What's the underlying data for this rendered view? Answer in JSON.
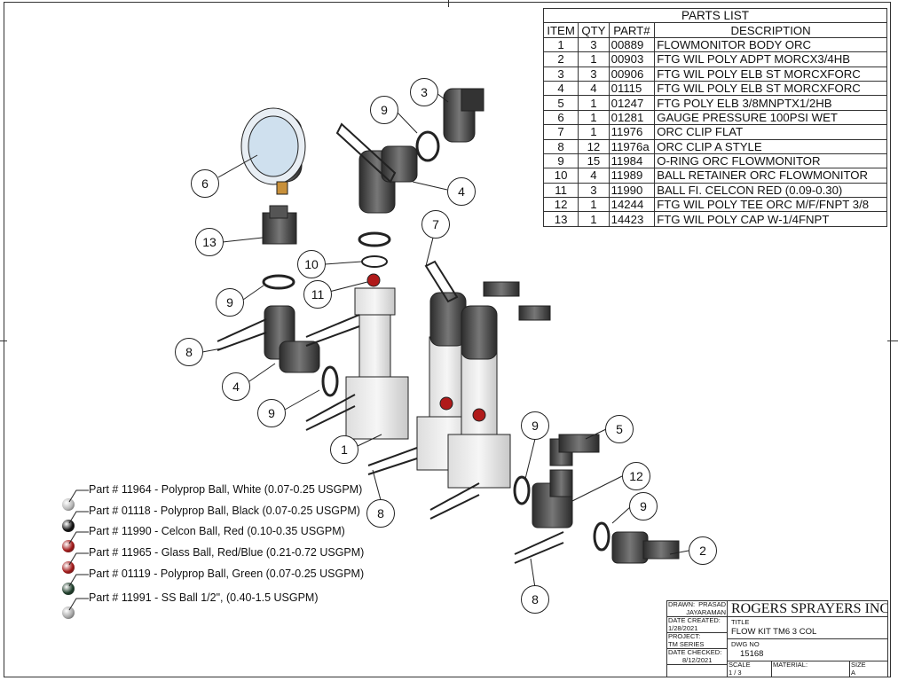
{
  "parts_list": {
    "title": "PARTS LIST",
    "headers": [
      "ITEM",
      "QTY",
      "PART#",
      "DESCRIPTION"
    ],
    "rows": [
      [
        "1",
        "3",
        "00889",
        "FLOWMONITOR BODY ORC"
      ],
      [
        "2",
        "1",
        "00903",
        "FTG WIL POLY ADPT MORCX3/4HB"
      ],
      [
        "3",
        "3",
        "00906",
        "FTG WIL POLY ELB ST MORCXFORC"
      ],
      [
        "4",
        "4",
        "01115",
        "FTG WIL POLY ELB ST MORCXFORC"
      ],
      [
        "5",
        "1",
        "01247",
        "FTG POLY ELB 3/8MNPTX1/2HB"
      ],
      [
        "6",
        "1",
        "01281",
        "GAUGE PRESSURE 100PSI WET"
      ],
      [
        "7",
        "1",
        "11976",
        "ORC CLIP FLAT"
      ],
      [
        "8",
        "12",
        "11976a",
        "ORC CLIP A STYLE"
      ],
      [
        "9",
        "15",
        "11984",
        "O-RING ORC FLOWMONITOR"
      ],
      [
        "10",
        "4",
        "11989",
        "BALL RETAINER ORC FLOWMONITOR"
      ],
      [
        "11",
        "3",
        "11990",
        "BALL FI. CELCON RED (0.09-0.30)"
      ],
      [
        "12",
        "1",
        "14244",
        "FTG WIL POLY TEE ORC M/F/FNPT 3/8"
      ],
      [
        "13",
        "1",
        "14423",
        "FTG WIL POLY CAP W-1/4FNPT"
      ]
    ]
  },
  "balloons": [
    "6",
    "3",
    "9",
    "4",
    "13",
    "7",
    "10",
    "11",
    "9",
    "8",
    "4",
    "9",
    "1",
    "5",
    "9",
    "12",
    "9",
    "8",
    "2",
    "8"
  ],
  "ball_legend": [
    {
      "text": "Part # 11964 - Polyprop Ball, White (0.07-0.25 USGPM)",
      "color": "#b8b8b8"
    },
    {
      "text": "Part # 01118 -  Polyprop Ball, Black (0.07-0.25 USGPM)",
      "color": "#111111"
    },
    {
      "text": "Part # 11990 - Celcon Ball, Red (0.10-0.35 USGPM)",
      "color": "#a01818"
    },
    {
      "text": "Part # 11965 - Glass Ball, Red/Blue (0.21-0.72 USGPM)",
      "color": "#a01818"
    },
    {
      "text": "Part # 01119 - Polyprop Ball, Green (0.07-0.25 USGPM)",
      "color": "#1e3d2a"
    },
    {
      "text": "Part # 11991 - SS Ball 1/2\", (0.40-1.5 USGPM)",
      "color": "#a8a8a8"
    }
  ],
  "title_block": {
    "drawn_label": "DRAWN:",
    "drawn_by_1": "PRASAD",
    "drawn_by_2": "JAYARAMAN",
    "company": "ROGERS SPRAYERS INC.",
    "date_created_label": "DATE CREATED:",
    "date_created": "1/28/2021",
    "title_label": "TITLE",
    "title": "FLOW KIT TM6 3 COL",
    "project_label": "PROJECT:",
    "project": "TM SERIES",
    "dwg_label": "DWG NO",
    "dwg_no": "15168",
    "date_checked_label": "DATE CHECKED:",
    "date_checked": "8/12/2021",
    "scale_label": "SCALE",
    "scale": "1 / 3",
    "material_label": "MATERIAL:",
    "size_label": "SIZE",
    "size": "A"
  }
}
